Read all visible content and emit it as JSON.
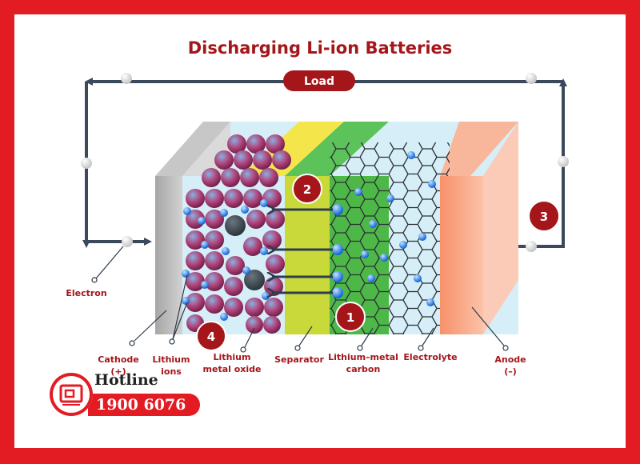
{
  "title": "Discharging Li-ion Batteries",
  "load_label": "Load",
  "steps": [
    "1",
    "2",
    "3",
    "4"
  ],
  "labels": {
    "electron": "Electron",
    "cathode_line1": "Cathode",
    "cathode_line2": "(+)",
    "lithium_ions_line1": "Lithium",
    "lithium_ions_line2": "ions",
    "lithium_metal_oxide_line1": "Lithium",
    "lithium_metal_oxide_line2": "metal oxide",
    "separator": "Separator",
    "lithium_metal_carbon_line1": "Lithium–metal",
    "lithium_metal_carbon_line2": "carbon",
    "electrolyte": "Electrolyte",
    "anode_line1": "Anode",
    "anode_line2": "(–)"
  },
  "hotline": {
    "label": "Hotline",
    "number": "1900 6076"
  },
  "colors": {
    "brand_red": "#e31b23",
    "label_red": "#a4161a",
    "wire": "#3a4a5c",
    "separator": "#c9d93a",
    "carbon_layer": "#4db848",
    "anode": "#f79a72",
    "cathode_plate": "#b9b9b9",
    "electrolyte": "#d6eef7",
    "ion": "#1a73e8"
  }
}
